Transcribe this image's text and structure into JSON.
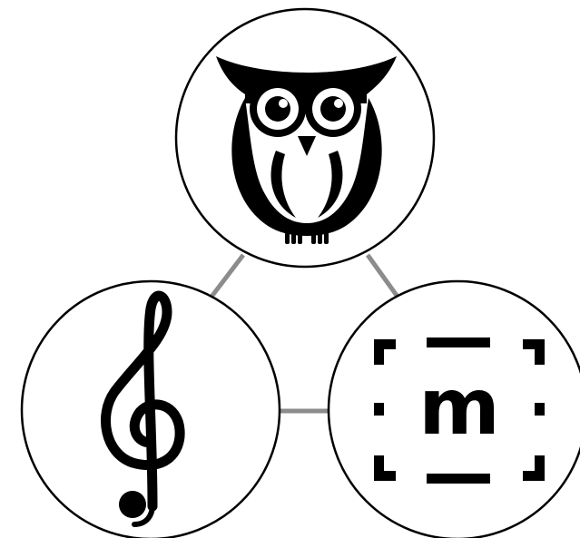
{
  "nodes": [
    {
      "id": "owl",
      "icon": "owl-icon"
    },
    {
      "id": "treble-clef",
      "icon": "treble-clef-icon"
    },
    {
      "id": "bracket-m",
      "icon": "bracket-m-logo",
      "logo_text": "m"
    }
  ],
  "edges": [
    {
      "from": "owl",
      "to": "treble-clef"
    },
    {
      "from": "owl",
      "to": "bracket-m"
    },
    {
      "from": "treble-clef",
      "to": "bracket-m"
    }
  ],
  "colors": {
    "connector": "#8c8c8c",
    "outline": "#000000",
    "fill": "#ffffff"
  }
}
